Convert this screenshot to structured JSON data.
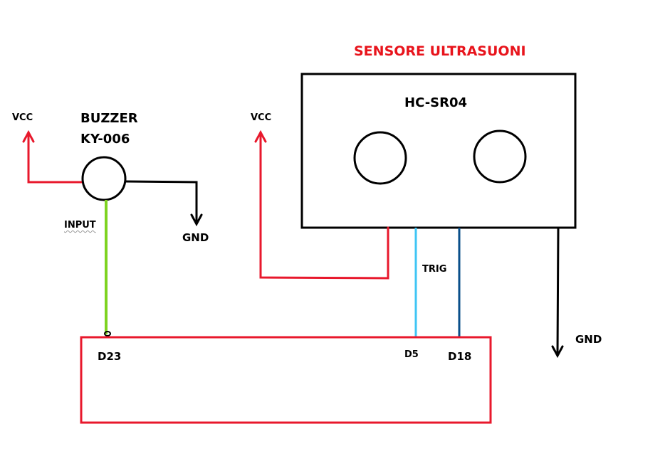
{
  "title": "SENSORE ULTRASUONI",
  "buzzer": {
    "name": "BUZZER",
    "model": "KY-006",
    "vcc_label": "VCC",
    "gnd_label": "GND",
    "input_label": "INPUT"
  },
  "sensor": {
    "model": "HC-SR04",
    "vcc_label": "VCC",
    "gnd_label": "GND",
    "trig_label": "TRIG"
  },
  "board": {
    "pins": [
      "D23",
      "D5",
      "D18"
    ]
  },
  "colors": {
    "vcc_wire": "#e8182c",
    "gnd_wire": "#000000",
    "input_wire": "#7ed321",
    "trig_wire": "#3ec5f4",
    "echo_wire": "#0a4f8a",
    "board_outline": "#e8182c",
    "title": "#e8141c"
  }
}
